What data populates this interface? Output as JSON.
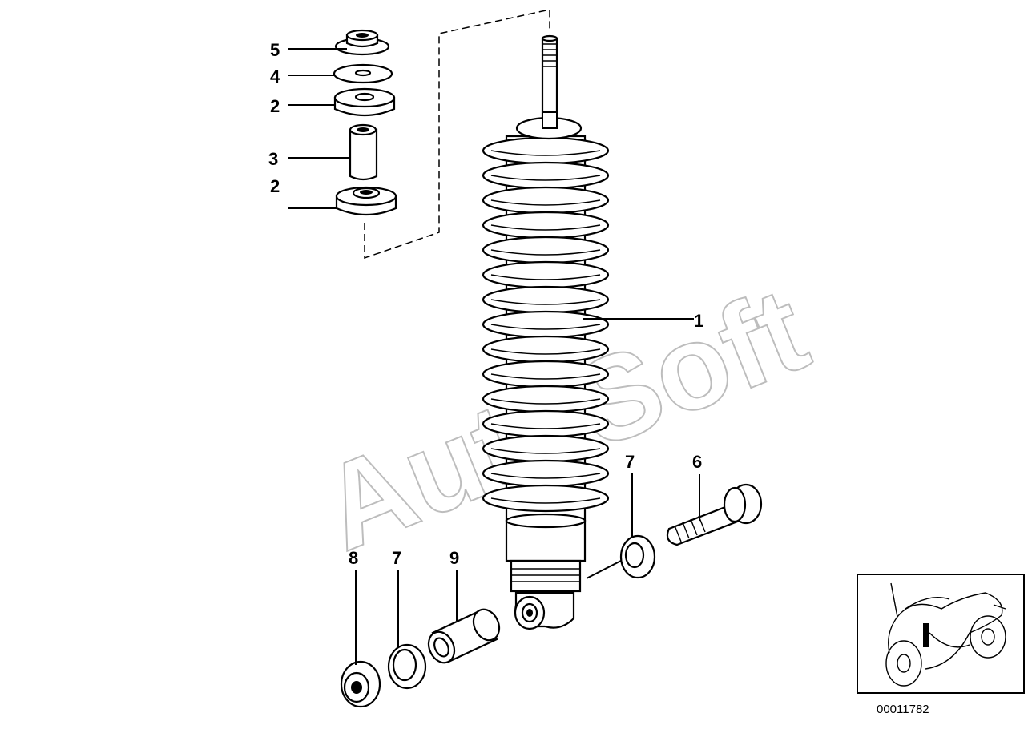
{
  "diagram": {
    "watermark": "AutoSoft",
    "part_number": "00011782",
    "callouts": [
      "5",
      "4",
      "2",
      "3",
      "2",
      "1",
      "7",
      "6",
      "8",
      "7",
      "9"
    ]
  }
}
